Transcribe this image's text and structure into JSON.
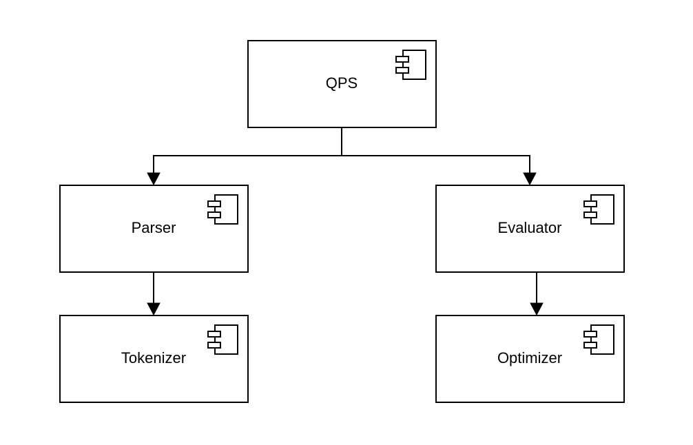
{
  "diagram": {
    "type": "component-diagram",
    "components": [
      {
        "id": "qps",
        "label": "QPS",
        "icon": "uml-component-icon"
      },
      {
        "id": "parser",
        "label": "Parser",
        "icon": "uml-component-icon"
      },
      {
        "id": "evaluator",
        "label": "Evaluator",
        "icon": "uml-component-icon"
      },
      {
        "id": "tokenizer",
        "label": "Tokenizer",
        "icon": "uml-component-icon"
      },
      {
        "id": "optimizer",
        "label": "Optimizer",
        "icon": "uml-component-icon"
      }
    ],
    "edges": [
      {
        "from": "qps",
        "to": "parser"
      },
      {
        "from": "qps",
        "to": "evaluator"
      },
      {
        "from": "parser",
        "to": "tokenizer"
      },
      {
        "from": "evaluator",
        "to": "optimizer"
      }
    ],
    "colors": {
      "stroke": "#000000",
      "fill": "#ffffff",
      "text": "#000000"
    }
  }
}
